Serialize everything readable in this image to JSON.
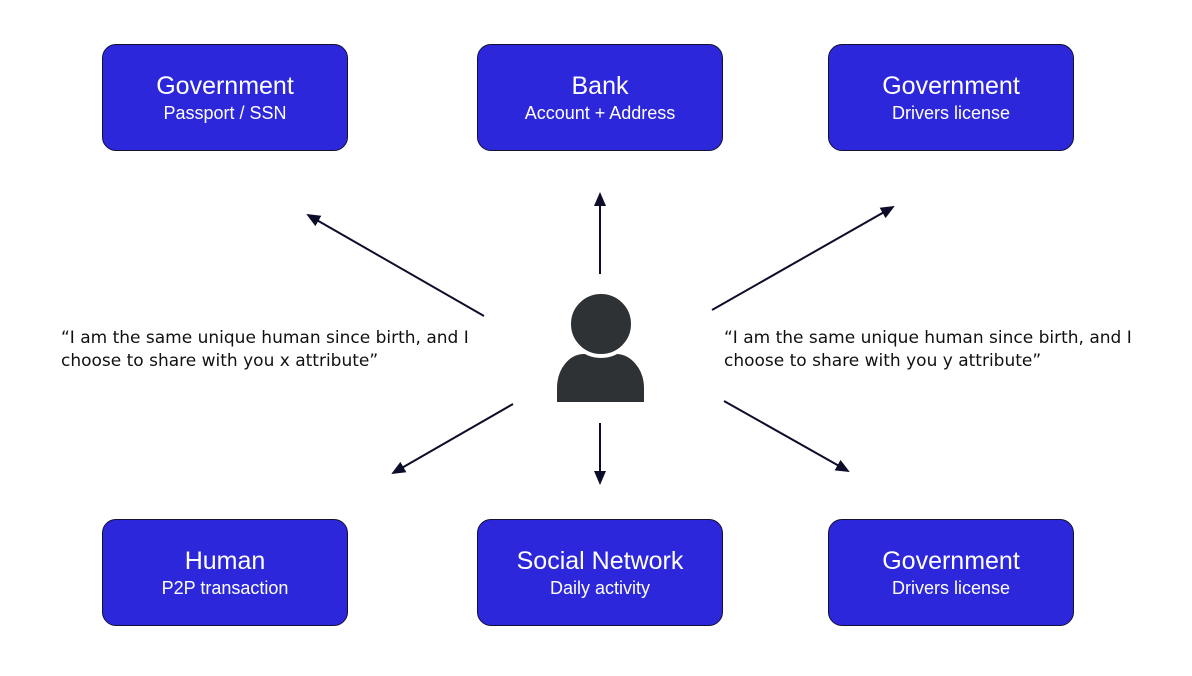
{
  "nodes": {
    "top_left": {
      "title": "Government",
      "subtitle": "Passport / SSN"
    },
    "top_center": {
      "title": "Bank",
      "subtitle": "Account + Address"
    },
    "top_right": {
      "title": "Government",
      "subtitle": "Drivers license"
    },
    "bottom_left": {
      "title": "Human",
      "subtitle": "P2P transaction"
    },
    "bottom_center": {
      "title": "Social Network",
      "subtitle": "Daily activity"
    },
    "bottom_right": {
      "title": "Government",
      "subtitle": "Drivers license"
    }
  },
  "quotes": {
    "left": [
      "“I am the same unique human since birth, and I",
      "choose to share with you x attribute”"
    ],
    "right": [
      "“I am the same unique human since birth, and I",
      "choose to share with you y attribute”"
    ]
  },
  "center_icon": "person-icon",
  "colors": {
    "node_fill": "#2d27dc",
    "node_border": "#111133",
    "arrow": "#0d0d2b",
    "person": "#2f3235",
    "text": "#111111"
  }
}
